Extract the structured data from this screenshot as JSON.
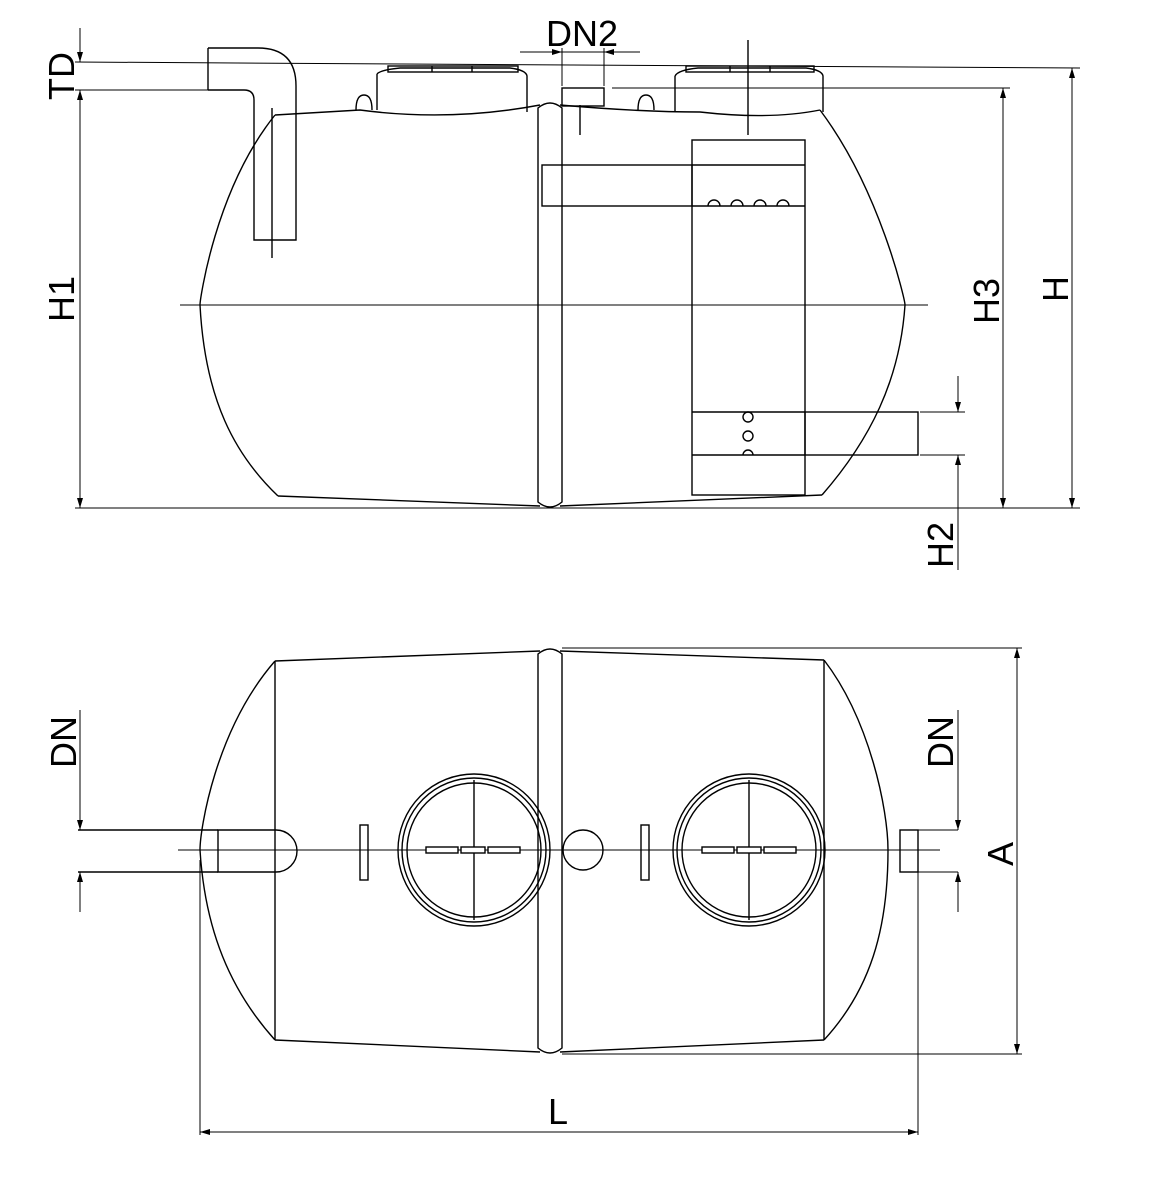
{
  "drawing": {
    "labels": {
      "td": "TD",
      "dn2": "DN2",
      "h1": "H1",
      "h2": "H2",
      "h3": "H3",
      "h": "H",
      "dn_left": "DN",
      "dn_right": "DN",
      "a": "A",
      "l": "L"
    }
  }
}
